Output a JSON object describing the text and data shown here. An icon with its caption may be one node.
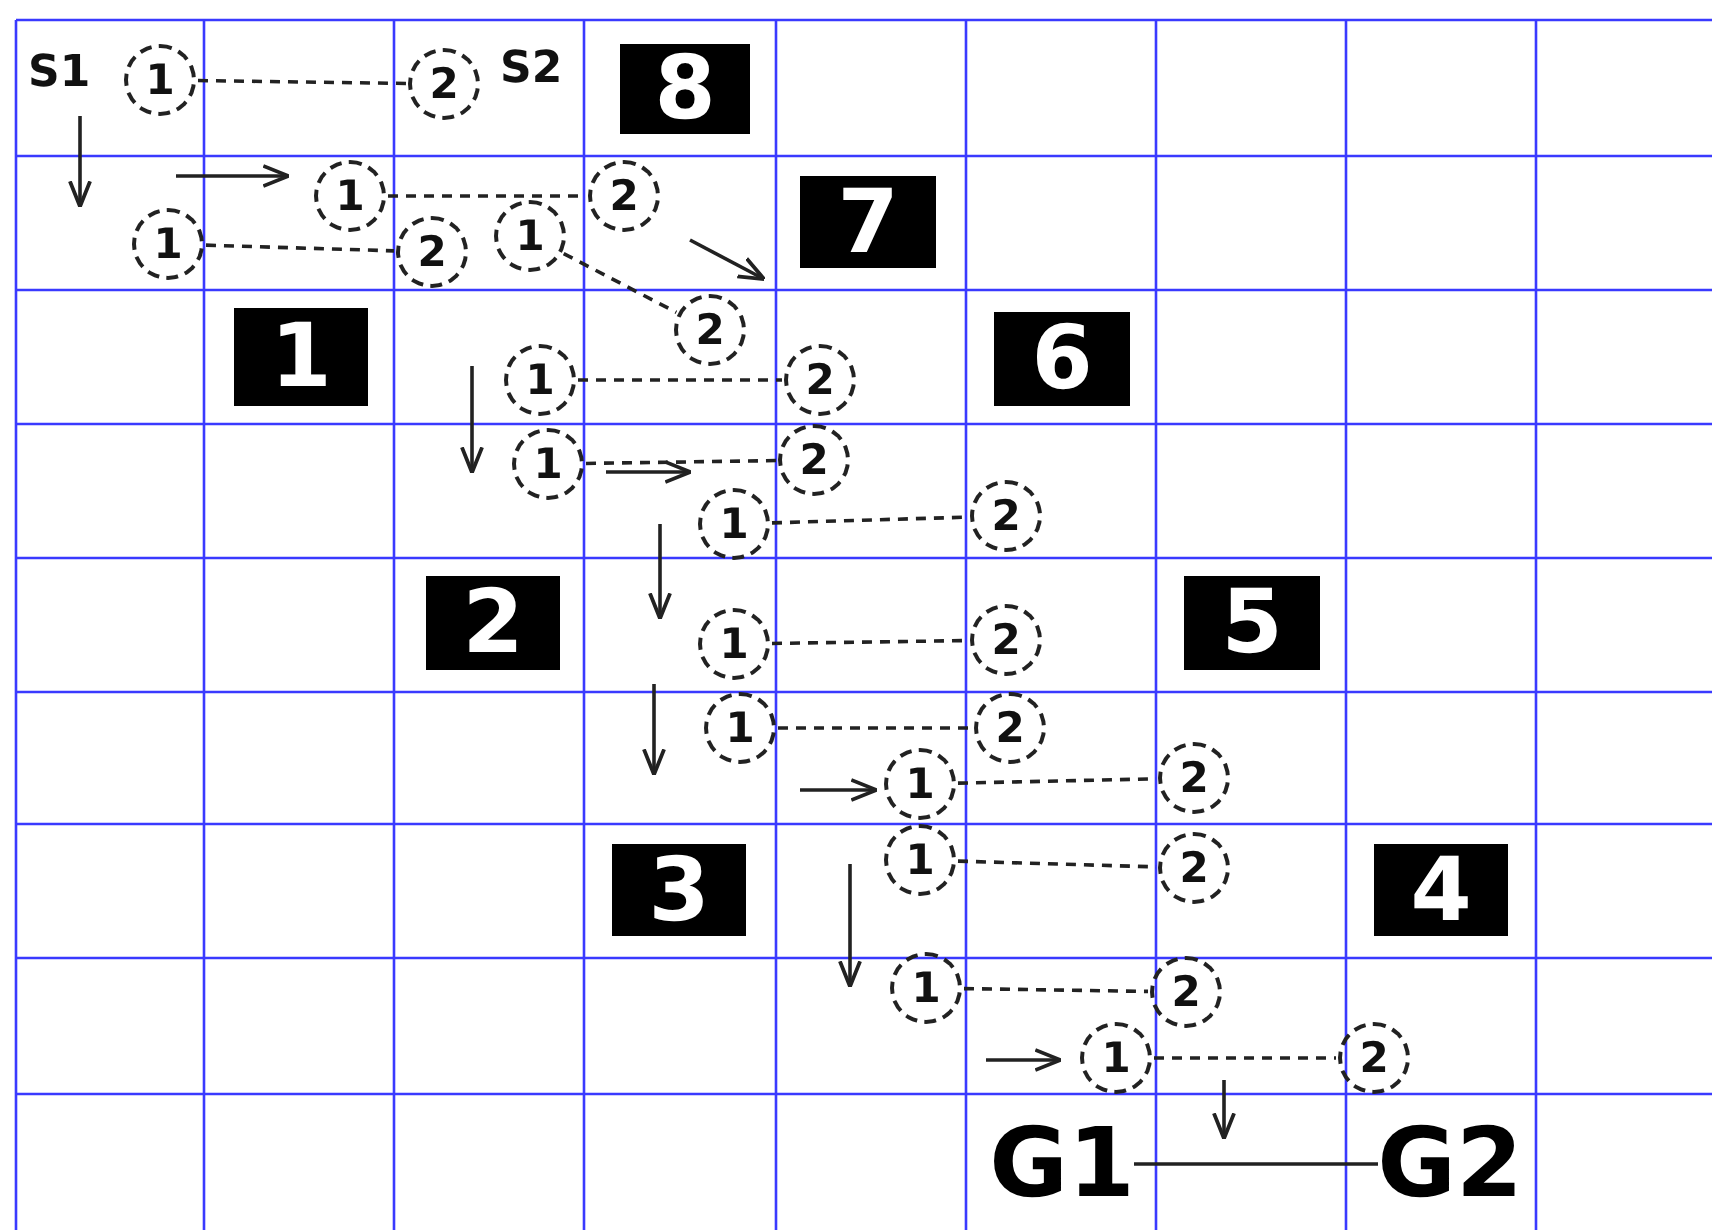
{
  "diagram": {
    "nodes": [
      {
        "text": [
          "1"
        ]
      },
      {
        "text": [
          "2"
        ]
      },
      {
        "text": [
          "8"
        ]
      },
      {
        "text": [
          "1"
        ]
      },
      {
        "text": [
          "2"
        ]
      },
      {
        "text": [
          "7"
        ]
      },
      {
        "text": [
          "1"
        ]
      },
      {
        "text": [
          "2"
        ]
      },
      {
        "text": [
          "1"
        ]
      },
      {
        "text": [
          "2"
        ]
      },
      {
        "text": [
          "1"
        ]
      },
      {
        "text": [
          "1"
        ]
      },
      {
        "text": [
          "2"
        ]
      },
      {
        "text": [
          "6"
        ]
      },
      {
        "text": [
          "1"
        ]
      },
      {
        "text": [
          "2"
        ]
      },
      {
        "text": [
          "1"
        ]
      },
      {
        "text": [
          "2"
        ]
      },
      {
        "text": [
          "2"
        ]
      },
      {
        "text": [
          "1"
        ]
      },
      {
        "text": [
          "2"
        ]
      },
      {
        "text": [
          "5"
        ]
      },
      {
        "text": [
          "1"
        ]
      },
      {
        "text": [
          "2"
        ]
      },
      {
        "text": [
          "1"
        ]
      },
      {
        "text": [
          "2"
        ]
      },
      {
        "text": [
          "1"
        ]
      },
      {
        "text": [
          "2"
        ]
      },
      {
        "text": [
          "3"
        ]
      },
      {
        "text": [
          "4"
        ]
      },
      {
        "text": [
          "1"
        ]
      },
      {
        "text": [
          "2"
        ]
      },
      {
        "text": [
          "1"
        ]
      },
      {
        "text": [
          "2"
        ]
      },
      {
        "text": [
          "G1"
        ]
      },
      {
        "text": [
          "G2"
        ]
      }
    ],
    "edges": [
      {
        "from": 0,
        "to": 1,
        "arrow": "none",
        "style": "dashed"
      },
      {
        "from": 3,
        "to": 4,
        "arrow": "none",
        "style": "dashed"
      },
      {
        "from": 6,
        "to": 7,
        "arrow": "none",
        "style": "dashed"
      },
      {
        "from": 8,
        "to": 9,
        "arrow": "none",
        "style": "dashed"
      },
      {
        "from": 11,
        "to": 12,
        "arrow": "none",
        "style": "dashed"
      },
      {
        "from": 14,
        "to": 15,
        "arrow": "none",
        "style": "dashed"
      },
      {
        "from": 16,
        "to": 17,
        "arrow": "none",
        "style": "dashed"
      },
      {
        "from": 19,
        "to": 20,
        "arrow": "none",
        "style": "dashed"
      },
      {
        "from": 22,
        "to": 23,
        "arrow": "none",
        "style": "dashed"
      },
      {
        "from": 24,
        "to": 25,
        "arrow": "none",
        "style": "dashed"
      },
      {
        "from": 26,
        "to": 27,
        "arrow": "none",
        "style": "dashed"
      },
      {
        "from": 30,
        "to": 31,
        "arrow": "none",
        "style": "dashed"
      },
      {
        "from": 32,
        "to": 33,
        "arrow": "none",
        "style": "dashed"
      },
      {
        "from": 34,
        "to": 35,
        "arrow": "none"
      }
    ],
    "labels": [
      "S1",
      "S2"
    ]
  }
}
